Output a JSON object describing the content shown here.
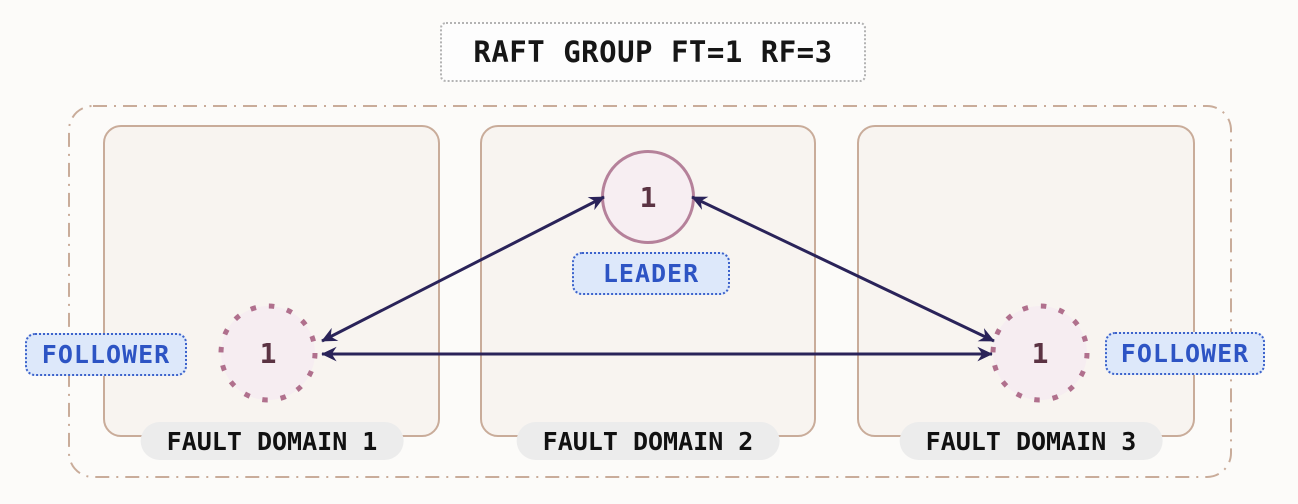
{
  "title": "RAFT GROUP FT=1 RF=3",
  "fault_domains": {
    "fd1": "FAULT DOMAIN 1",
    "fd2": "FAULT DOMAIN 2",
    "fd3": "FAULT DOMAIN 3"
  },
  "nodes": {
    "leader": {
      "value": "1",
      "label": "LEADER"
    },
    "follower_left": {
      "value": "1",
      "label": "FOLLOWER"
    },
    "follower_right": {
      "value": "1",
      "label": "FOLLOWER"
    }
  },
  "connections": [
    {
      "from": "follower_left",
      "to": "leader",
      "bidirectional": true
    },
    {
      "from": "follower_right",
      "to": "leader",
      "bidirectional": true
    },
    {
      "from": "follower_left",
      "to": "follower_right",
      "bidirectional": true
    }
  ],
  "colors": {
    "arrow": "#2a2359",
    "domain_border": "#c9ac9a",
    "domain_fill": "#f8f4f0",
    "leader_border": "#b5819a",
    "follower_dots": "#b0708d",
    "node_fill": "#f7eef2",
    "node_text": "#5b3343",
    "role_text": "#2d54c4",
    "role_fill": "#dde8fa",
    "pill_fill": "#ececec",
    "title_border": "#b3b3b3"
  }
}
